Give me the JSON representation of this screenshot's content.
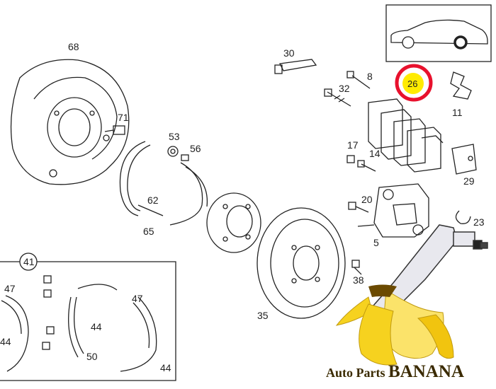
{
  "labels": {
    "l68": "68",
    "l71": "71",
    "l53": "53",
    "l56": "56",
    "l62": "62",
    "l65": "65",
    "l30": "30",
    "l8": "8",
    "l32": "32",
    "l26": "26",
    "l11": "11",
    "l17": "17",
    "l14": "14",
    "l29": "29",
    "l20": "20",
    "l23": "23",
    "l5": "5",
    "l38": "38",
    "l35": "35",
    "l41": "41",
    "l47a": "47",
    "l47b": "47",
    "l44a": "44",
    "l44b": "44",
    "l50": "50",
    "l44c": "44"
  },
  "highlight": {
    "part": "26",
    "ring_color": "#e8112d",
    "fill_color": "#ffeb00"
  },
  "logo": {
    "prefix": "Auto Parts ",
    "name": "BANANA",
    "text_color": "#3a2a00",
    "banana_color": "#f6d21f"
  },
  "icons": [
    "car-silhouette-icon",
    "banana-logo-icon"
  ]
}
